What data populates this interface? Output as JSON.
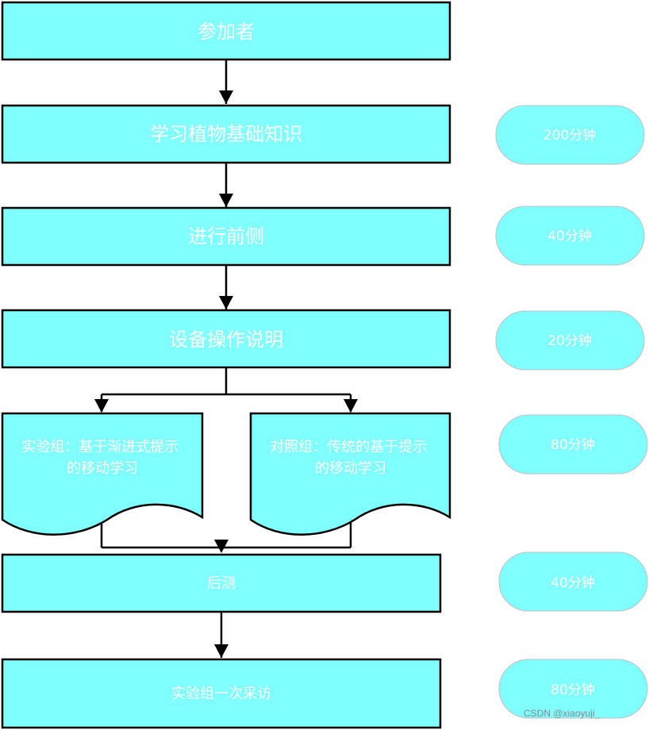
{
  "colors": {
    "fill": "#80ffff",
    "stroke": "#000000",
    "pill_stroke": "#c0c0c0",
    "text": "#ffffff"
  },
  "steps": {
    "participants": "参加者",
    "learn_basics": "学习植物基础知识",
    "pretest": "进行前侧",
    "device_instructions": "设备操作说明",
    "experimental_group": [
      "实验组：基于渐进式提示",
      "的移动学习"
    ],
    "control_group": [
      "对照组：传统的基于提示",
      "的移动学习"
    ],
    "posttest": "后测",
    "interview": "实验组一次采访"
  },
  "durations": {
    "learn_basics": "200分钟",
    "pretest": "40分钟",
    "device_instructions": "20分钟",
    "grouped_learning": "80分钟",
    "posttest": "40分钟",
    "interview": "80分钟"
  },
  "watermark": "CSDN @xiaoyuji_"
}
